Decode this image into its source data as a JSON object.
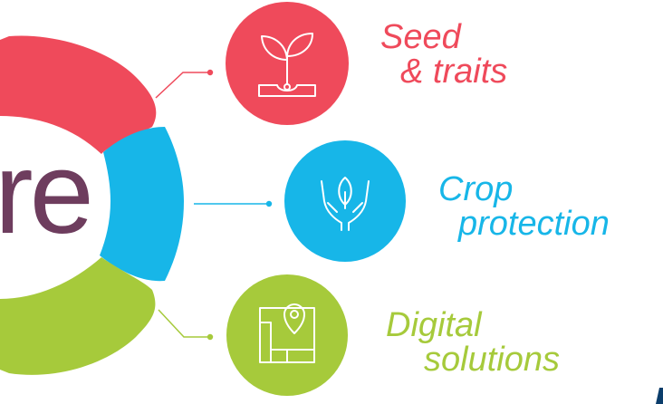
{
  "brand_fragment": "re",
  "items": [
    {
      "line1": "Seed",
      "line2": "& traits",
      "color": "#ef4a5b",
      "icon": "sprout-icon"
    },
    {
      "line1": "Crop",
      "line2": "protection",
      "color": "#17b6e8",
      "icon": "hands-leaf-icon"
    },
    {
      "line1": "Digital",
      "line2": "solutions",
      "color": "#a6ca3b",
      "icon": "map-pin-icon"
    }
  ],
  "colors": {
    "fragment": "#6e3d5e",
    "bottom_right_accent": "#0b3d6b"
  }
}
